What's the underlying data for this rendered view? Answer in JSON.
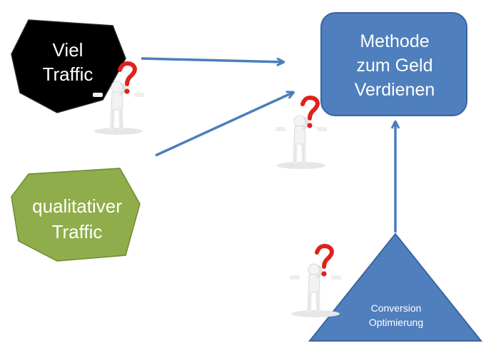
{
  "nodes": {
    "viel_traffic": "Viel\nTraffic",
    "qualitativer_traffic": "qualitativer\nTraffic",
    "methode": "Methode\nzum Geld\nVerdienen",
    "conversion": "Conversion\nOptimierung"
  },
  "colors": {
    "black_shape": "#000000",
    "green_shape": "#8fad4a",
    "green_border": "#6d8a33",
    "blue_fill": "#4f7fbd",
    "blue_border": "#3a64a0",
    "arrow": "#4a7ebb",
    "question_red": "#e0211b",
    "figure_white": "#f2f2f2"
  },
  "icons": [
    "question-figure-icon"
  ]
}
